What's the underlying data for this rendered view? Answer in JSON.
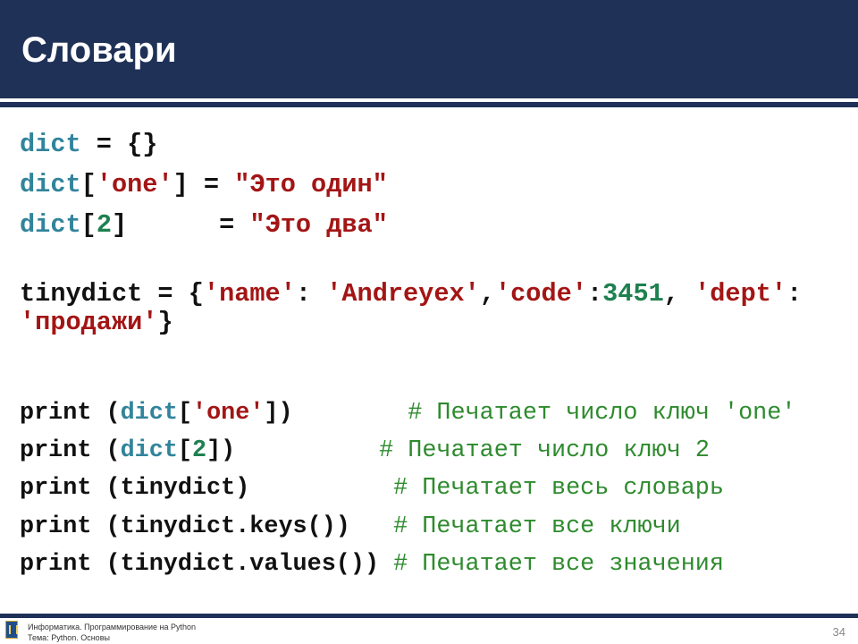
{
  "slide": {
    "title": "Словари",
    "page_number": "34"
  },
  "footer": {
    "line1": "Информатика. Программирование на Python",
    "line2": "Тема: Python. Основы"
  },
  "code_top": [
    [
      [
        "k",
        "dict"
      ],
      [
        "p",
        " = {}"
      ]
    ],
    [
      [
        "k",
        "dict"
      ],
      [
        "p",
        "["
      ],
      [
        "s",
        "'one'"
      ],
      [
        "p",
        "] = "
      ],
      [
        "s",
        "\"Это один\""
      ]
    ],
    [
      [
        "k",
        "dict"
      ],
      [
        "p",
        "["
      ],
      [
        "n",
        "2"
      ],
      [
        "p",
        "]      = "
      ],
      [
        "s",
        "\"Это два\""
      ]
    ],
    [],
    [
      [
        "p",
        "tinydict = {"
      ],
      [
        "s",
        "'name'"
      ],
      [
        "p",
        ": "
      ],
      [
        "s",
        "'Andreyex'"
      ],
      [
        "p",
        ","
      ],
      [
        "s",
        "'code'"
      ],
      [
        "p",
        ":"
      ],
      [
        "n",
        "3451"
      ],
      [
        "p",
        ", "
      ],
      [
        "s",
        "'dept'"
      ],
      [
        "p",
        ":"
      ]
    ],
    [
      [
        "s",
        "'продажи'"
      ],
      [
        "p",
        "}"
      ]
    ]
  ],
  "code_bottom": [
    [
      [
        "p",
        "print ("
      ],
      [
        "k",
        "dict"
      ],
      [
        "p",
        "["
      ],
      [
        "s",
        "'one'"
      ],
      [
        "p",
        "])        "
      ],
      [
        "c",
        "# Печатает число ключ 'one'"
      ]
    ],
    [
      [
        "p",
        "print ("
      ],
      [
        "k",
        "dict"
      ],
      [
        "p",
        "["
      ],
      [
        "n",
        "2"
      ],
      [
        "p",
        "])          "
      ],
      [
        "c",
        "# Печатает число ключ 2"
      ]
    ],
    [
      [
        "p",
        "print (tinydict)          "
      ],
      [
        "c",
        "# Печатает весь словарь"
      ]
    ],
    [
      [
        "p",
        "print (tinydict.keys())   "
      ],
      [
        "c",
        "# Печатает все ключи"
      ]
    ],
    [
      [
        "p",
        "print (tinydict.values()) "
      ],
      [
        "c",
        "# Печатает все значения"
      ]
    ]
  ]
}
